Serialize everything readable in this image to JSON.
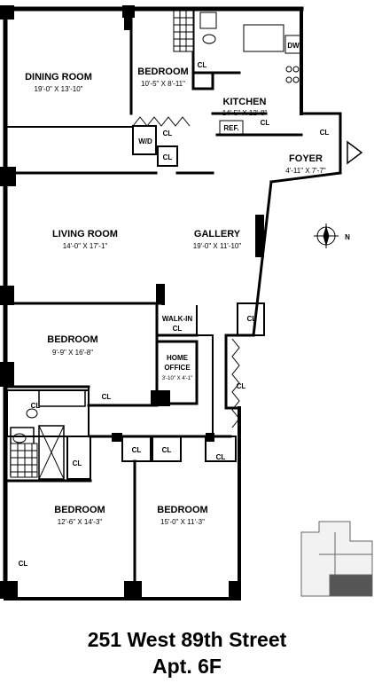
{
  "rooms": {
    "dining_room": {
      "name": "DINING ROOM",
      "dims": "19'-0\" X 13'-10\""
    },
    "bedroom_top": {
      "name": "BEDROOM",
      "dims": "10'-5\" X 8'-11\""
    },
    "kitchen": {
      "name": "KITCHEN",
      "dims": "14'-5\" X 12'-8\""
    },
    "foyer": {
      "name": "FOYER",
      "dims": "4'-11\" X 7'-7\""
    },
    "living_room": {
      "name": "LIVING ROOM",
      "dims": "14'-0\" X 17'-1\""
    },
    "gallery": {
      "name": "GALLERY",
      "dims": "19'-0\" X 11'-10\""
    },
    "bedroom_mid": {
      "name": "BEDROOM",
      "dims": "9'-9\" X 16'-8\""
    },
    "walk_in": {
      "name_line1": "WALK-IN",
      "name_line2": "CL"
    },
    "home_office": {
      "name_line1": "HOME",
      "name_line2": "OFFICE",
      "dims": "3'-10\" X 4'-1\""
    },
    "bedroom_bl": {
      "name": "BEDROOM",
      "dims": "12'-6\" X 14'-3\""
    },
    "bedroom_br": {
      "name": "BEDROOM",
      "dims": "15'-0\" X 11'-3\""
    }
  },
  "fixtures": {
    "cl": "CL",
    "ref": "REF.",
    "wd": "W/D",
    "dw": "DW",
    "compass_n": "N"
  },
  "footer": {
    "address": "251 West 89th Street",
    "apartment": "Apt. 6F"
  }
}
